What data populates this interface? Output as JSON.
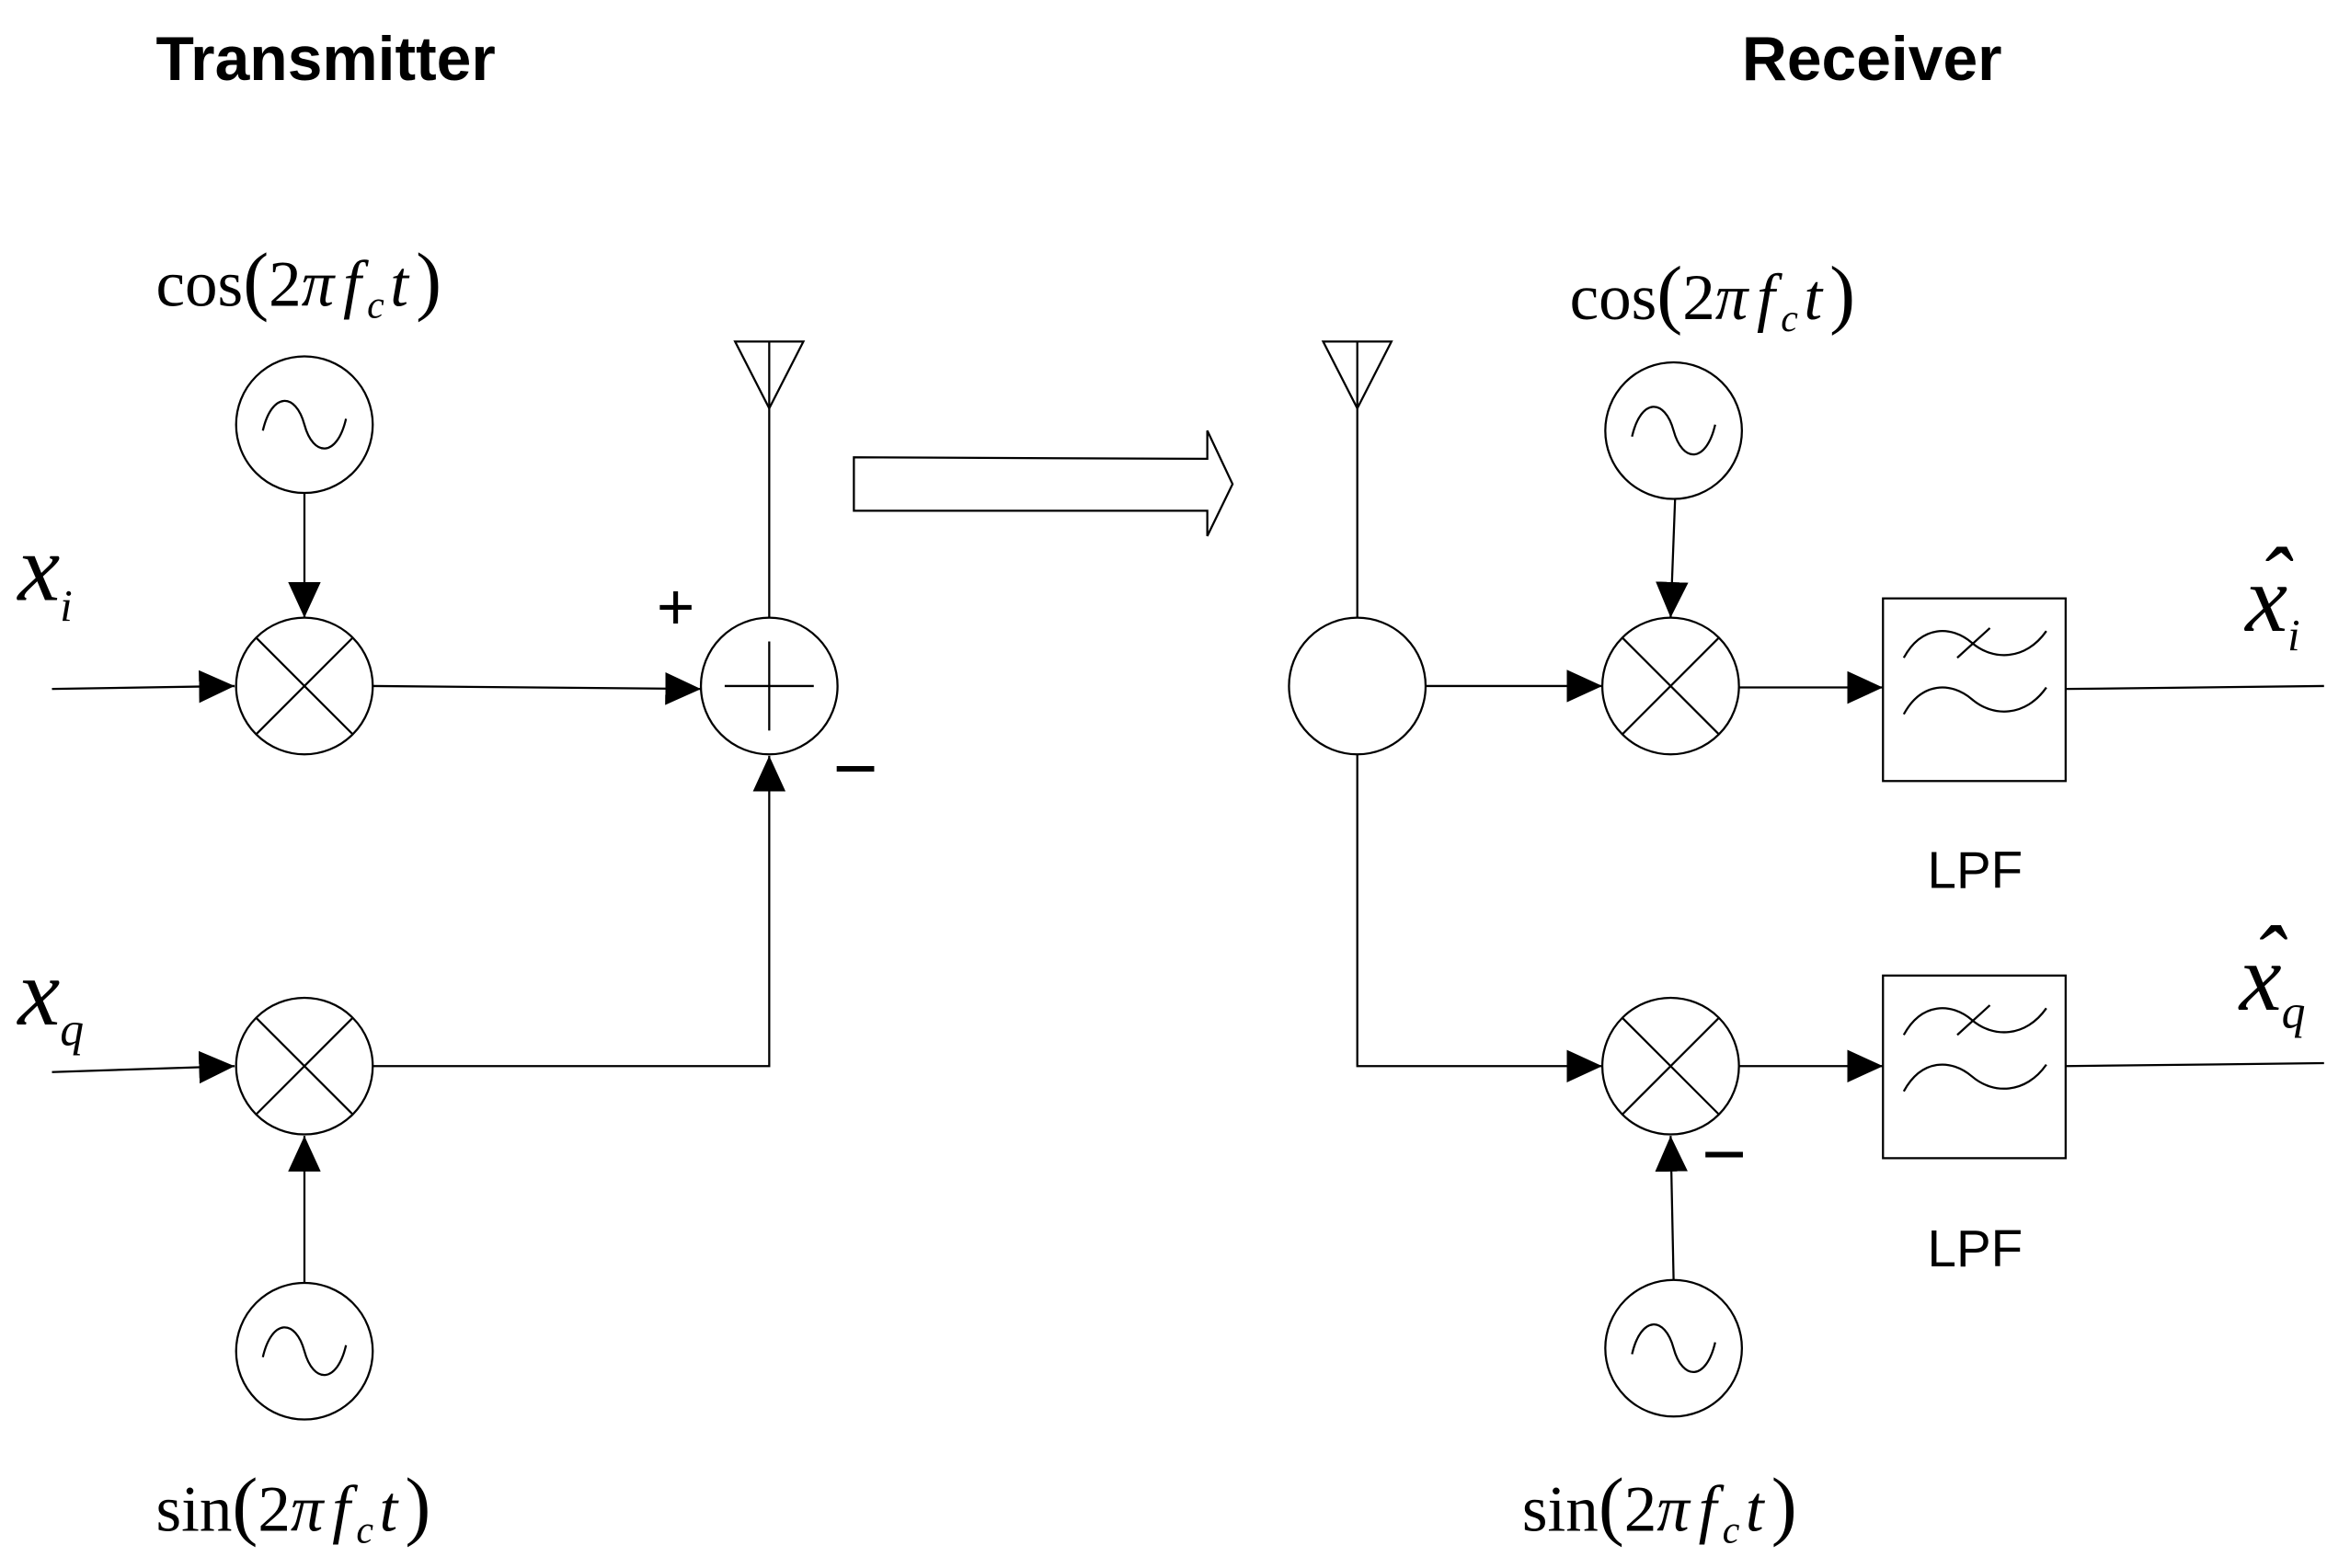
{
  "colors": {
    "stroke": "#000000",
    "background": "#ffffff"
  },
  "transmitter": {
    "title": "Transmitter",
    "input_i": {
      "symbol": "x",
      "sub": "i"
    },
    "input_q": {
      "symbol": "x",
      "sub": "q"
    },
    "carrier_i": {
      "fn": "cos"
    },
    "carrier_q": {
      "fn": "sin"
    },
    "adder": {
      "plus": "+",
      "minus": "−"
    }
  },
  "receiver": {
    "title": "Receiver",
    "carrier_i": {
      "fn": "cos"
    },
    "carrier_q": {
      "fn": "sin"
    },
    "mixer_q_sign": "−",
    "filter_i": {
      "label": "LPF"
    },
    "filter_q": {
      "label": "LPF"
    },
    "output_i": {
      "hat": "ˆ",
      "symbol": "x",
      "sub": "i"
    },
    "output_q": {
      "hat": "ˆ",
      "symbol": "x",
      "sub": "q"
    }
  },
  "carrier_argument": {
    "lp": "(",
    "coeff": "2",
    "pi": "π",
    "f": "f",
    "sub": "c",
    "t": "t",
    "rp": ")"
  }
}
